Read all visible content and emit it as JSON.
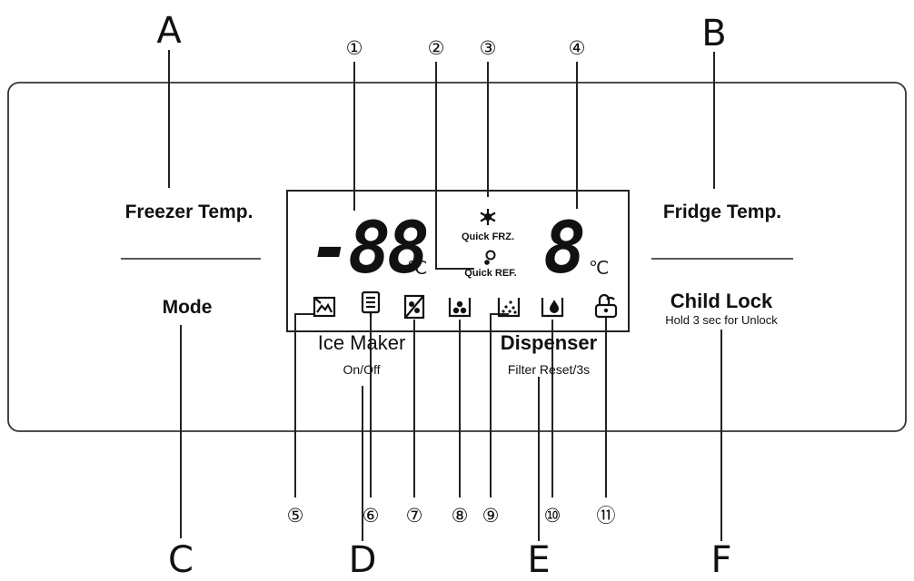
{
  "letters": {
    "a": "A",
    "b": "B",
    "c": "C",
    "d": "D",
    "e": "E",
    "f": "F"
  },
  "numbers": [
    "①",
    "②",
    "③",
    "④",
    "⑤",
    "⑥",
    "⑦",
    "⑧",
    "⑨",
    "⑩",
    "⑪"
  ],
  "labels": {
    "freezer_temp": "Freezer Temp.",
    "fridge_temp": "Fridge Temp.",
    "mode": "Mode",
    "child_lock": "Child Lock",
    "child_lock_sub": "Hold 3 sec for Unlock",
    "ice_maker": "Ice Maker",
    "ice_maker_sub": "On/Off",
    "dispenser": "Dispenser",
    "dispenser_sub": "Filter Reset/3s"
  },
  "display": {
    "freezer_value": "-88",
    "fridge_value": "8",
    "unit": "℃",
    "quick_frz": "Quick FRZ.",
    "quick_ref": "Quick REF."
  },
  "icons": [
    "mode-icon",
    "filter-icon",
    "ice-off-icon",
    "ice-cubes-icon",
    "crushed-ice-icon",
    "water-icon",
    "lock-icon"
  ]
}
